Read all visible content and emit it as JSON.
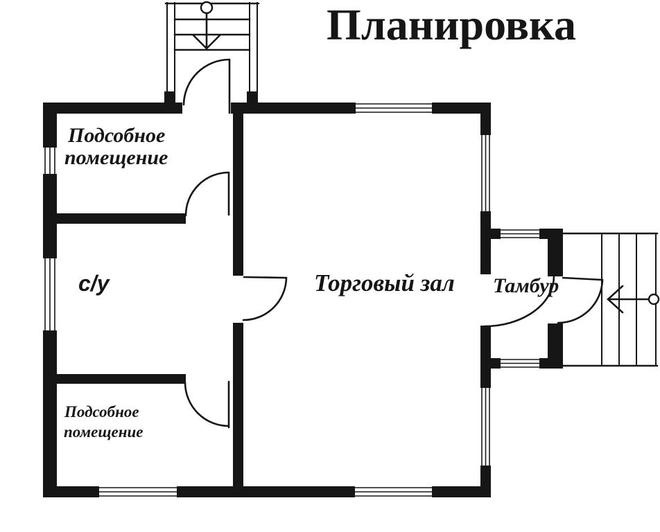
{
  "title": "Планировка",
  "colors": {
    "ink": "#161616",
    "paper": "#ffffff"
  },
  "floor_plan": {
    "rooms": {
      "utility_top": {
        "line1": "Подсобное",
        "line2": "помещение"
      },
      "bathroom": {
        "label": "с/у"
      },
      "sales_hall": {
        "label": "Торговый зал"
      },
      "vestibule": {
        "label": "Тамбур"
      },
      "utility_bottom": {
        "line1": "Подсобное",
        "line2": "помещение"
      }
    },
    "symbols": {
      "staircase_top": "staircase-with-down-arrow",
      "staircase_right": "staircase-with-left-arrow",
      "door": "quarter-circle-swing",
      "window": "triple-line-in-wall"
    }
  }
}
